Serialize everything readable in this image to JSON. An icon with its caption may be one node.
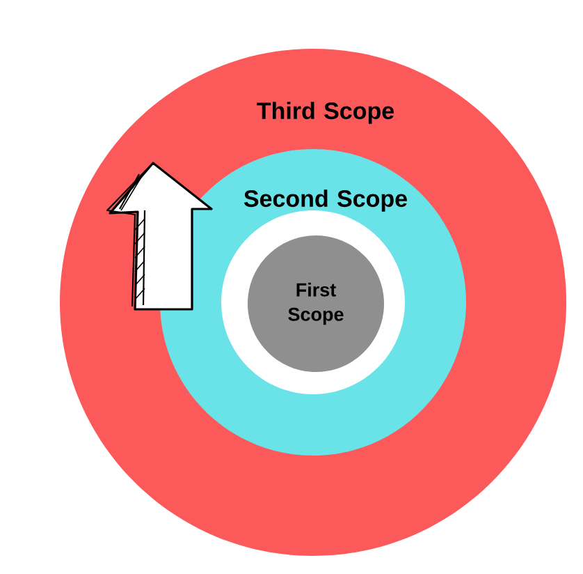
{
  "diagram": {
    "nodes": [
      {
        "text": [
          "Third Scope"
        ]
      },
      {
        "text": [
          "Second Scope"
        ],
        "in": 0
      },
      {
        "text": [],
        "shape": "circle",
        "in": 1
      },
      {
        "text": [
          "First Scope"
        ],
        "in": 2
      }
    ]
  }
}
